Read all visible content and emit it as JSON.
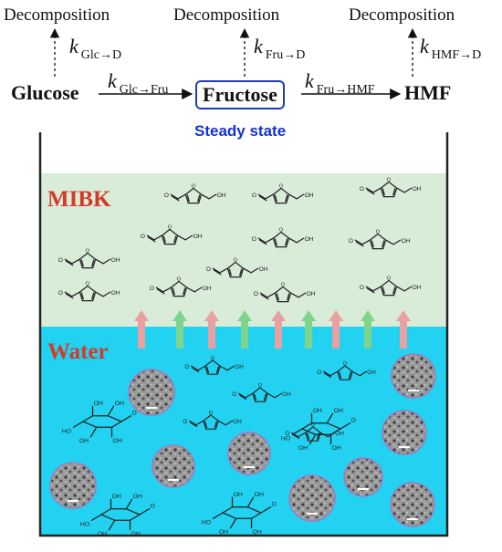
{
  "colors": {
    "mibk_phase": "#d9ecd8",
    "water_phase": "#22d2f0",
    "arrow_up": "#e8a0a0",
    "arrow_up_alt": "#7fd48c",
    "vessel": "#222222",
    "label_red": "#d23b2a",
    "steady_blue": "#1432d8",
    "fructose_border": "#1f3fb5",
    "catalyst": "#8a8a8a"
  },
  "scheme": {
    "decomposition_1": "Decomposition",
    "decomposition_2": "Decomposition",
    "decomposition_3": "Decomposition",
    "k_glc_d": {
      "k": "k",
      "sub": "Glc→D"
    },
    "k_fru_d": {
      "k": "k",
      "sub": "Fru→D"
    },
    "k_hmf_d": {
      "k": "k",
      "sub": "HMF→D"
    },
    "k_glc_fru": {
      "k": "k",
      "sub": "Glc→Fru"
    },
    "k_fru_hmf": {
      "k": "k",
      "sub": "Fru→HMF"
    },
    "glucose": "Glucose",
    "fructose": "Fructose",
    "hmf": "HMF",
    "steady_state": "Steady state"
  },
  "phases": {
    "organic": "MIBK",
    "aqueous": "Water"
  },
  "molecule_labels": {
    "hydroxyl": "OH"
  }
}
